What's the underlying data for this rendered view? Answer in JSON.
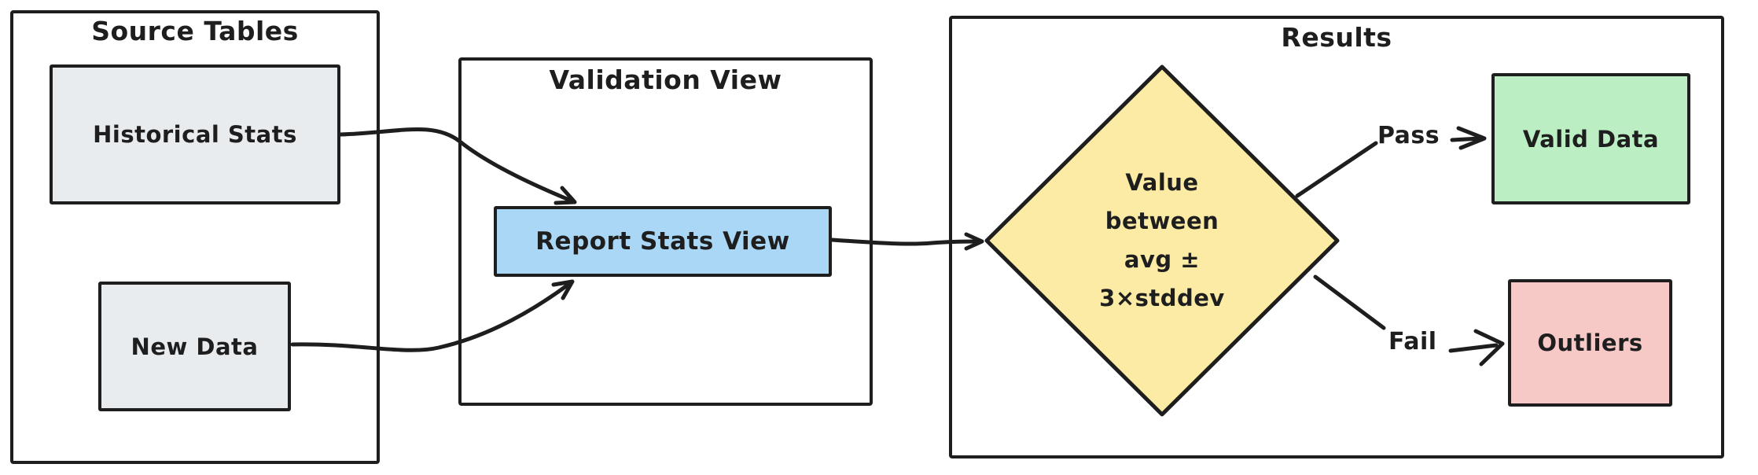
{
  "source_tables": {
    "title": "Source Tables",
    "historical_stats_label": "Historical Stats",
    "new_data_label": "New Data"
  },
  "validation_view": {
    "title": "Validation View",
    "report_stats_view_label": "Report Stats View"
  },
  "results": {
    "title": "Results",
    "decision": {
      "line1": "Value",
      "line2": "between",
      "line3": "avg ±",
      "line4": "3×stddev"
    },
    "pass_label": "Pass",
    "fail_label": "Fail",
    "valid_data_label": "Valid Data",
    "outliers_label": "Outliers"
  },
  "edges": [
    {
      "from": "Historical Stats",
      "to": "Report Stats View",
      "label": ""
    },
    {
      "from": "New Data",
      "to": "Report Stats View",
      "label": ""
    },
    {
      "from": "Report Stats View",
      "to": "Value between avg ± 3×stddev",
      "label": ""
    },
    {
      "from": "Value between avg ± 3×stddev",
      "to": "Valid Data",
      "label": "Pass"
    },
    {
      "from": "Value between avg ± 3×stddev",
      "to": "Outliers",
      "label": "Fail"
    }
  ],
  "colors": {
    "stroke": "#1e1e1e",
    "gray_fill": "#e9ecef",
    "blue_fill": "#a9d7f5",
    "yellow_fill": "#fbeba4",
    "green_fill": "#bceec3",
    "pink_fill": "#f6c9c7"
  }
}
